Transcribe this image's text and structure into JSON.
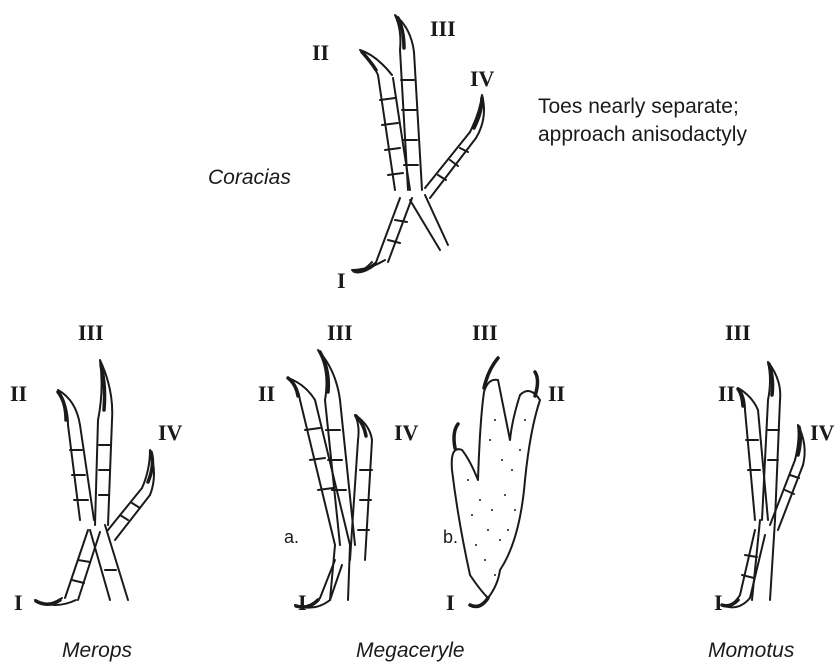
{
  "labels": {
    "coracias": {
      "I": "I",
      "II": "II",
      "III": "III",
      "IV": "IV"
    },
    "merops": {
      "I": "I",
      "II": "II",
      "III": "III",
      "IV": "IV"
    },
    "megaceryle_a": {
      "I": "I",
      "II": "II",
      "III": "III",
      "IV": "IV",
      "tag": "a."
    },
    "megaceryle_b": {
      "I": "I",
      "II": "II",
      "III": "III",
      "tag": "b."
    },
    "momotus": {
      "I": "I",
      "II": "II",
      "III": "III",
      "IV": "IV"
    }
  },
  "genus": {
    "coracias": "Coracias",
    "merops": "Merops",
    "megaceryle": "Megaceryle",
    "momotus": "Momotus"
  },
  "note": {
    "line1": "Toes nearly separate;",
    "line2": "approach anisodactyly"
  }
}
